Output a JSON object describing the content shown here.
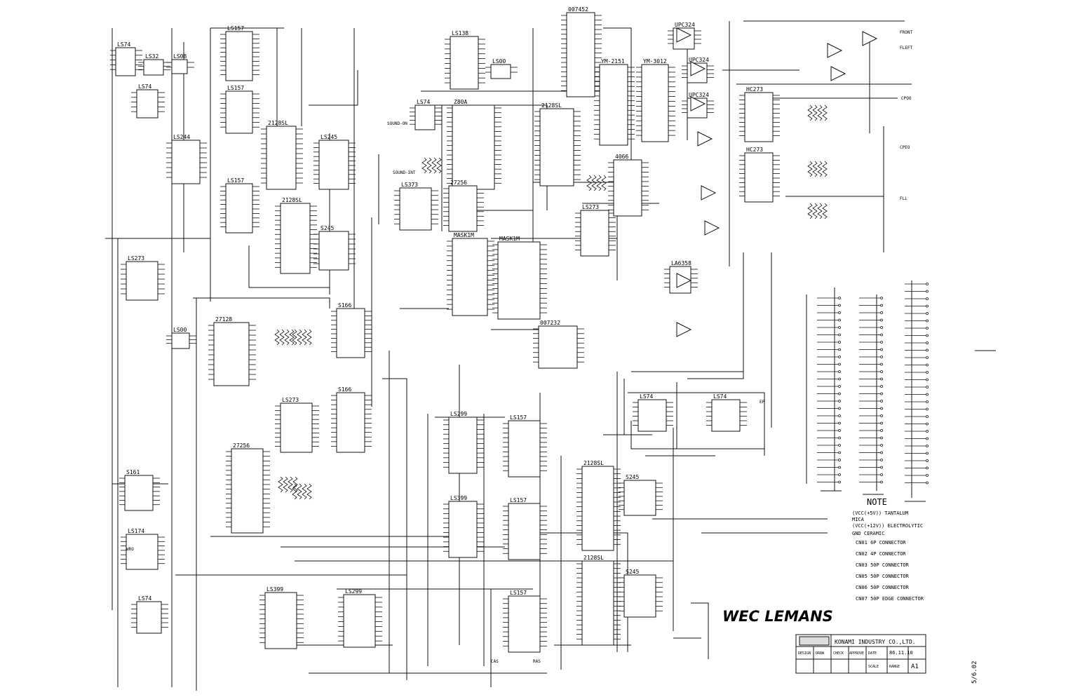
{
  "title": "WEC LEMANS",
  "company": "KONAMI INDUSTRY CO.,LTD.",
  "date": "86.11.10",
  "sheet": "A1",
  "rotated_mark": "5/6.02",
  "note": {
    "heading": "NOTE",
    "lines": [
      "(VCC(+5V)) TANTALUM",
      "MICA",
      "(VCC(+12V)) ELECTROLYTIC",
      "GND  CERAMIC"
    ],
    "connectors": [
      "CN01 6P CONNECTOR",
      "CN02 4P CONNECTOR",
      "CN03 50P CONNECTOR",
      "CN05 50P CONNECTOR",
      "CN06 50P CONNECTOR",
      "CN07 50P EDGE CONNECTOR"
    ]
  },
  "title_block": {
    "labels": [
      "DESIGN",
      "DRAW",
      "CHECK",
      "APPROVE",
      "DATE",
      "SCALE",
      "RANGE"
    ]
  },
  "chips": [
    {
      "label": "LS74"
    },
    {
      "label": "LS32"
    },
    {
      "label": "LS08"
    },
    {
      "label": "LS157"
    },
    {
      "label": "LS157"
    },
    {
      "label": "LS74"
    },
    {
      "label": "LS244"
    },
    {
      "label": "LS157"
    },
    {
      "label": "2128SL"
    },
    {
      "label": "2128SL"
    },
    {
      "label": "LS245"
    },
    {
      "label": "S245"
    },
    {
      "label": "LS138"
    },
    {
      "label": "LS00"
    },
    {
      "label": "Z80A"
    },
    {
      "label": "LS74"
    },
    {
      "label": "007452"
    },
    {
      "label": "YM-2151"
    },
    {
      "label": "YM-3012"
    },
    {
      "label": "UPC324"
    },
    {
      "label": "UPC324"
    },
    {
      "label": "UPC324"
    },
    {
      "label": "HC273"
    },
    {
      "label": "HC273"
    },
    {
      "label": "LS373"
    },
    {
      "label": "27256"
    },
    {
      "label": "2128SL"
    },
    {
      "label": "4066"
    },
    {
      "label": "LS273"
    },
    {
      "label": "MASK1M"
    },
    {
      "label": "MASK1M"
    },
    {
      "label": "007232"
    },
    {
      "label": "LA6358"
    },
    {
      "label": "LS273"
    },
    {
      "label": "27128"
    },
    {
      "label": "S166"
    },
    {
      "label": "S166"
    },
    {
      "label": "LS273"
    },
    {
      "label": "LS00"
    },
    {
      "label": "S161"
    },
    {
      "label": "27256"
    },
    {
      "label": "LS299"
    },
    {
      "label": "LS157"
    },
    {
      "label": "LS399"
    },
    {
      "label": "LS157"
    },
    {
      "label": "LS174"
    },
    {
      "label": "LS74"
    },
    {
      "label": "S245"
    },
    {
      "label": "2128SL"
    },
    {
      "label": "LS399"
    },
    {
      "label": "S245"
    },
    {
      "label": "2128SL"
    },
    {
      "label": "LS299"
    },
    {
      "label": "LS157"
    },
    {
      "label": "LS74"
    },
    {
      "label": "LS74"
    }
  ],
  "signals": [
    "SOUND-ON",
    "SOUND-INT",
    "CPOO",
    "FLEFT",
    "FRONT",
    "FLL",
    "CPEO",
    "WRO",
    "EP",
    "RAS",
    "CAS"
  ]
}
